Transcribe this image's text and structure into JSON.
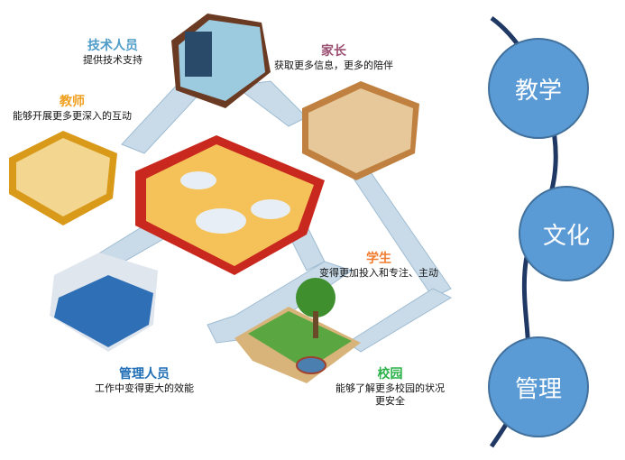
{
  "roles": [
    {
      "title": "技术人员",
      "desc": "提供技术支持",
      "color": "#4f9cc9"
    },
    {
      "title": "家长",
      "desc": "获取更多信息，更多的陪伴",
      "color": "#9b4f72"
    },
    {
      "title": "教师",
      "desc": "能够开展更多更深入的互动",
      "color": "#f0a020"
    },
    {
      "title": "学生",
      "desc": "变得更加投入和专注、主动",
      "color": "#f07c30"
    },
    {
      "title": "管理人员",
      "desc": "工作中变得更大的效能",
      "color": "#1f6db5"
    },
    {
      "title": "校园",
      "desc": "能够了解更多校园的状况",
      "desc2": "更安全",
      "color": "#2db24a"
    }
  ],
  "circles": [
    "教学",
    "文化",
    "管理"
  ]
}
